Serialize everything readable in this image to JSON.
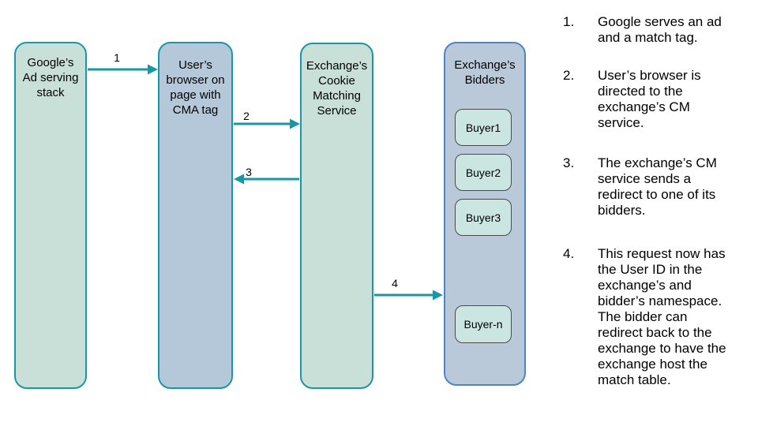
{
  "diagram": {
    "nodes": [
      {
        "id": "google-ad-stack",
        "label": "Google’s\nAd serving\nstack"
      },
      {
        "id": "user-browser",
        "label": "User’s\nbrowser on\npage with\nCMA tag"
      },
      {
        "id": "cm-service",
        "label": "Exchange’s\nCookie\nMatching\nService"
      },
      {
        "id": "exchange-bidders",
        "label": "Exchange’s\nBidders",
        "buyers": [
          {
            "label": "Buyer1"
          },
          {
            "label": "Buyer2"
          },
          {
            "label": "Buyer3"
          },
          {
            "label": "Buyer-n"
          }
        ]
      }
    ],
    "arrows": [
      {
        "label": "1",
        "from": "google-ad-stack",
        "to": "user-browser"
      },
      {
        "label": "2",
        "from": "user-browser",
        "to": "cm-service"
      },
      {
        "label": "3",
        "from": "cm-service",
        "to": "user-browser"
      },
      {
        "label": "4",
        "from": "cm-service",
        "to": "exchange-bidders"
      }
    ],
    "colors": {
      "accent_teal": "#1a96a6",
      "node_green_fill": "#c9e0d8",
      "node_blue_fill": "#b5c8d9",
      "bidders_fill": "#b9c9da",
      "bidders_border": "#4d85c6",
      "buyer_fill": "#cbe6e0",
      "buyer_border": "#4a4a4a",
      "text": "#000000"
    }
  },
  "steps": {
    "items": [
      {
        "number": "1.",
        "text": "Google serves an ad\nand a match tag."
      },
      {
        "number": "2.",
        "text": "User’s browser is\ndirected to the\nexchange’s CM\nservice."
      },
      {
        "number": "3.",
        "text": "The exchange’s CM\nservice sends a\nredirect to one of its\nbidders."
      },
      {
        "number": "4.",
        "text": "This request now has\nthe User ID in the\nexchange’s and\nbidder’s namespace.\nThe bidder can\nredirect back to the\nexchange to have the\nexchange host the\nmatch table."
      }
    ]
  }
}
